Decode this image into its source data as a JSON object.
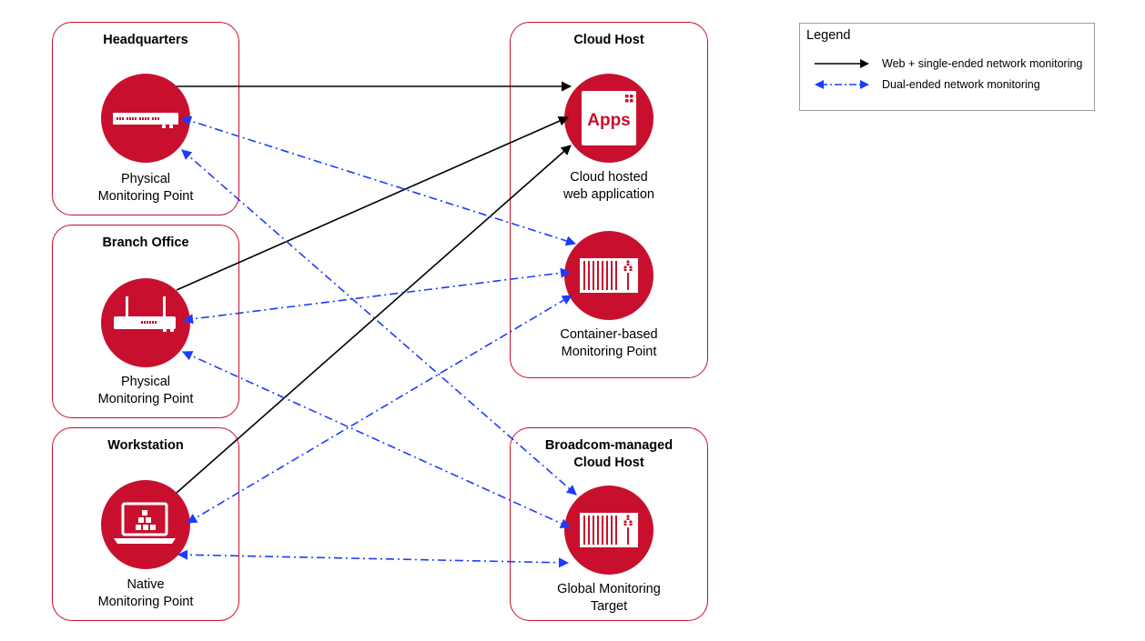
{
  "boxes": {
    "headquarters": "Headquarters",
    "branch_office": "Branch Office",
    "workstation": "Workstation",
    "cloud_host": "Cloud Host",
    "broadcom_host": "Broadcom-managed\nCloud Host"
  },
  "nodes": {
    "hq_point": {
      "caption": "Physical\nMonitoring Point",
      "icon": "rack-appliance-icon"
    },
    "branch_point": {
      "caption": "Physical\nMonitoring Point",
      "icon": "router-appliance-icon"
    },
    "native_point": {
      "caption": "Native\nMonitoring Point",
      "icon": "laptop-agent-icon"
    },
    "web_app": {
      "caption": "Cloud hosted\nweb application",
      "icon": "apps-window-icon",
      "badge": "Apps"
    },
    "container_point": {
      "caption": "Container-based\nMonitoring Point",
      "icon": "container-icon"
    },
    "global_target": {
      "caption": "Global Monitoring\nTarget",
      "icon": "container-icon"
    }
  },
  "legend": {
    "title": "Legend",
    "items": [
      {
        "label": "Web + single-ended network monitoring",
        "color": "#000000",
        "style": "solid"
      },
      {
        "label": "Dual-ended network monitoring",
        "color": "#1a3cff",
        "style": "dash-dot"
      }
    ]
  },
  "edges": [
    {
      "from": "hq_point",
      "to": "web_app",
      "type": "single-ended"
    },
    {
      "from": "branch_point",
      "to": "web_app",
      "type": "single-ended"
    },
    {
      "from": "native_point",
      "to": "web_app",
      "type": "single-ended"
    },
    {
      "from": "hq_point",
      "to": "container_point",
      "type": "dual-ended"
    },
    {
      "from": "hq_point",
      "to": "global_target",
      "type": "dual-ended"
    },
    {
      "from": "branch_point",
      "to": "container_point",
      "type": "dual-ended"
    },
    {
      "from": "branch_point",
      "to": "global_target",
      "type": "dual-ended"
    },
    {
      "from": "native_point",
      "to": "container_point",
      "type": "dual-ended"
    },
    {
      "from": "native_point",
      "to": "global_target",
      "type": "dual-ended"
    }
  ],
  "colors": {
    "brand_red": "#c8102e",
    "solid_edge": "#000000",
    "dashed_edge": "#1a3cff"
  }
}
